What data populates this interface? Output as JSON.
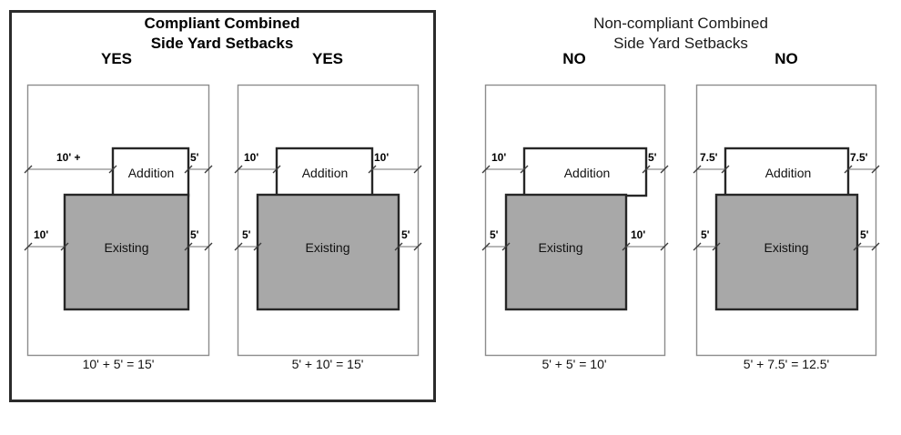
{
  "figure": {
    "gray_fill": "#a8a8a8",
    "frame_stroke": "#2b2b2b",
    "lot_stroke": "#8c8c8c",
    "building_stroke": "#262626",
    "dim_stroke": "#8c8c8c"
  },
  "panels": [
    {
      "id": "compliant",
      "title_line1": "Compliant Combined",
      "title_line2": "Side Yard Setbacks",
      "framed": true,
      "bold_title": true,
      "lots": [
        {
          "id": "compliant-lot-1",
          "verdict": "YES",
          "addition_label": "Addition",
          "existing_label": "Existing",
          "addition_left_dim": "10' +",
          "addition_right_dim": "5'",
          "existing_left_dim": "10'",
          "existing_right_dim": "5'",
          "caption": "10' + 5' = 15'"
        },
        {
          "id": "compliant-lot-2",
          "verdict": "YES",
          "addition_label": "Addition",
          "existing_label": "Existing",
          "addition_left_dim": "10'",
          "addition_right_dim": "10'",
          "existing_left_dim": "5'",
          "existing_right_dim": "5'",
          "caption": "5' + 10' = 15'"
        }
      ]
    },
    {
      "id": "non-compliant",
      "title_line1": "Non-compliant Combined",
      "title_line2": "Side Yard Setbacks",
      "framed": false,
      "bold_title": false,
      "lots": [
        {
          "id": "noncompliant-lot-1",
          "verdict": "NO",
          "addition_label": "Addition",
          "existing_label": "Existing",
          "addition_left_dim": "10'",
          "addition_right_dim": "5'",
          "existing_left_dim": "5'",
          "existing_right_dim": "10'",
          "caption": "5' + 5' = 10'"
        },
        {
          "id": "noncompliant-lot-2",
          "verdict": "NO",
          "addition_label": "Addition",
          "existing_label": "Existing",
          "addition_left_dim": "7.5'",
          "addition_right_dim": "7.5'",
          "existing_left_dim": "5'",
          "existing_right_dim": "5'",
          "caption": "5' + 7.5' = 12.5'"
        }
      ]
    }
  ]
}
